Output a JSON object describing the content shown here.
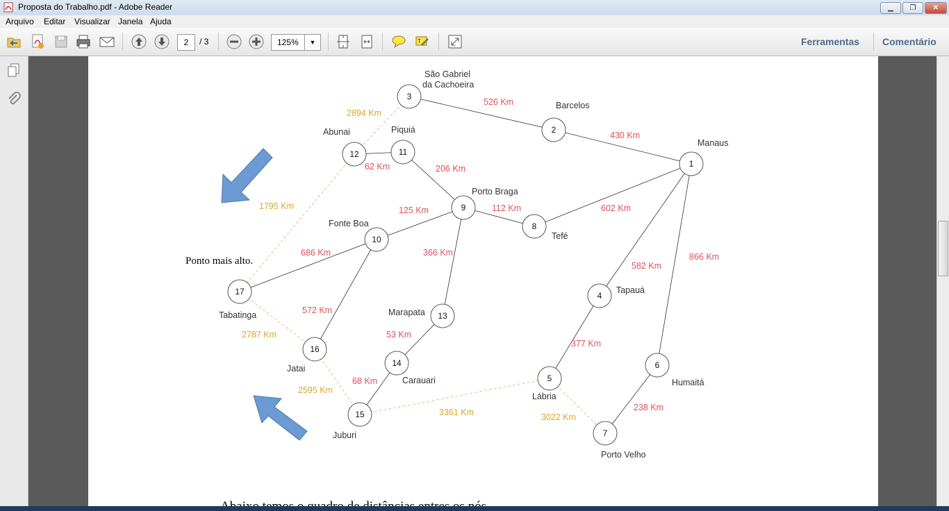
{
  "window": {
    "title": "Proposta do Trabalho.pdf - Adobe Reader",
    "minimize": "▁",
    "restore": "❐",
    "close": "✕"
  },
  "menu": [
    "Arquivo",
    "Editar",
    "Visualizar",
    "Janela",
    "Ajuda"
  ],
  "toolbar": {
    "page_current": "2",
    "page_total": "/ 3",
    "zoom": "125%",
    "tools_link": "Ferramentas",
    "comment_link": "Comentário"
  },
  "icons": [
    "open-icon",
    "create-pdf-icon",
    "save-icon",
    "print-icon",
    "email-icon",
    "prev-page-icon",
    "next-page-icon",
    "zoom-out-icon",
    "zoom-in-icon",
    "fit-page-icon",
    "fit-width-icon",
    "comment-icon",
    "highlight-icon",
    "fullscreen-icon",
    "pages-panel-icon",
    "attachments-icon"
  ],
  "document": {
    "side_note": "Ponto mais alto.",
    "bottom_text": "Abaixo temos o quadro de distâncias entres os nós",
    "graph": {
      "nodes": [
        {
          "id": "1",
          "name": "Manaus"
        },
        {
          "id": "2",
          "name": "Barcelos"
        },
        {
          "id": "3",
          "name": "São Gabriel",
          "name2": "da Cachoeira"
        },
        {
          "id": "4",
          "name": "Tapauá"
        },
        {
          "id": "5",
          "name": "Lábria"
        },
        {
          "id": "6",
          "name": "Humaitá"
        },
        {
          "id": "7",
          "name": "Porto Velho"
        },
        {
          "id": "8",
          "name": "Tefé"
        },
        {
          "id": "9",
          "name": "Porto Braga"
        },
        {
          "id": "10",
          "name": "Fonte Boa"
        },
        {
          "id": "11",
          "name": "Piquiá"
        },
        {
          "id": "12",
          "name": "Abunai"
        },
        {
          "id": "13",
          "name": "Marapata"
        },
        {
          "id": "14",
          "name": "Carauari"
        },
        {
          "id": "15",
          "name": "Juburi"
        },
        {
          "id": "16",
          "name": "Jatai"
        },
        {
          "id": "17",
          "name": "Tabatinga"
        }
      ],
      "edges": [
        {
          "from": "3",
          "to": "2",
          "label": "526 Km",
          "color": "#e0505a"
        },
        {
          "from": "2",
          "to": "1",
          "label": "430 Km",
          "color": "#e0505a"
        },
        {
          "from": "3",
          "to": "12",
          "label": "2894 Km",
          "color": "#d9a72c"
        },
        {
          "from": "12",
          "to": "11",
          "label": "62 Km",
          "color": "#e0505a"
        },
        {
          "from": "11",
          "to": "9",
          "label": "206 Km",
          "color": "#e0505a"
        },
        {
          "from": "12",
          "to": "17",
          "label": "1795 Km",
          "color": "#d9a72c"
        },
        {
          "from": "9",
          "to": "8",
          "label": "112 Km",
          "color": "#e0505a"
        },
        {
          "from": "8",
          "to": "1",
          "label": "602 Km",
          "color": "#e0505a"
        },
        {
          "from": "9",
          "to": "10",
          "label": "125 Km",
          "color": "#e0505a"
        },
        {
          "from": "10",
          "to": "17",
          "label": "686 Km",
          "color": "#e0505a"
        },
        {
          "from": "9",
          "to": "13",
          "label": "366 Km",
          "color": "#e0505a"
        },
        {
          "from": "1",
          "to": "4",
          "label": "582 Km",
          "color": "#e0505a"
        },
        {
          "from": "1",
          "to": "6",
          "label": "866 Km",
          "color": "#e0505a"
        },
        {
          "from": "10",
          "to": "16",
          "label": "572 Km",
          "color": "#e0505a"
        },
        {
          "from": "17",
          "to": "16",
          "label": "2787 Km",
          "color": "#d9a72c"
        },
        {
          "from": "13",
          "to": "14",
          "label": "53 Km",
          "color": "#e0505a"
        },
        {
          "from": "4",
          "to": "5",
          "label": "377 Km",
          "color": "#e0505a"
        },
        {
          "from": "14",
          "to": "15",
          "label": "68 Km",
          "color": "#e0505a"
        },
        {
          "from": "16",
          "to": "15",
          "label": "2595 Km",
          "color": "#d9a72c"
        },
        {
          "from": "15",
          "to": "5",
          "label": "3361 Km",
          "color": "#d9a72c"
        },
        {
          "from": "5",
          "to": "7",
          "label": "3022 Km",
          "color": "#d9a72c"
        },
        {
          "from": "6",
          "to": "7",
          "label": "238 Km",
          "color": "#e0505a"
        }
      ]
    }
  },
  "colors": {
    "gold": "#d9a72c",
    "red": "#e0505a",
    "arrow": "#6b9bd2"
  }
}
